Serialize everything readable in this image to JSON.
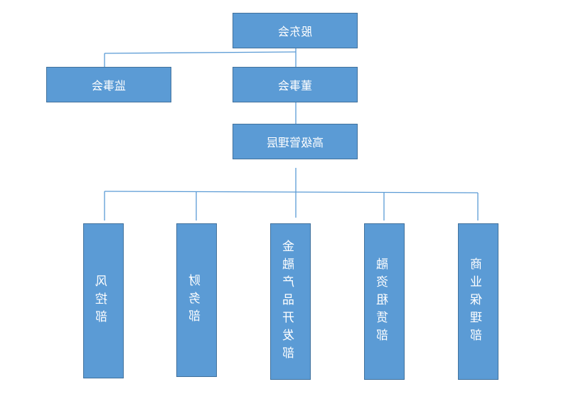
{
  "org_chart": {
    "shareholders": "股东会",
    "supervisors": "监事会",
    "board": "董事会",
    "management": "高级管理层",
    "departments": [
      "商业保理部",
      "融资租赁部",
      "金融产品开发部",
      "财务部",
      "风控部"
    ]
  },
  "colors": {
    "box_fill": "#5b9bd5",
    "box_border": "#41719c",
    "connector": "#5b9bd5",
    "text": "#ffffff"
  },
  "note": "Image is horizontally mirrored: glyphs appear reversed left-to-right"
}
